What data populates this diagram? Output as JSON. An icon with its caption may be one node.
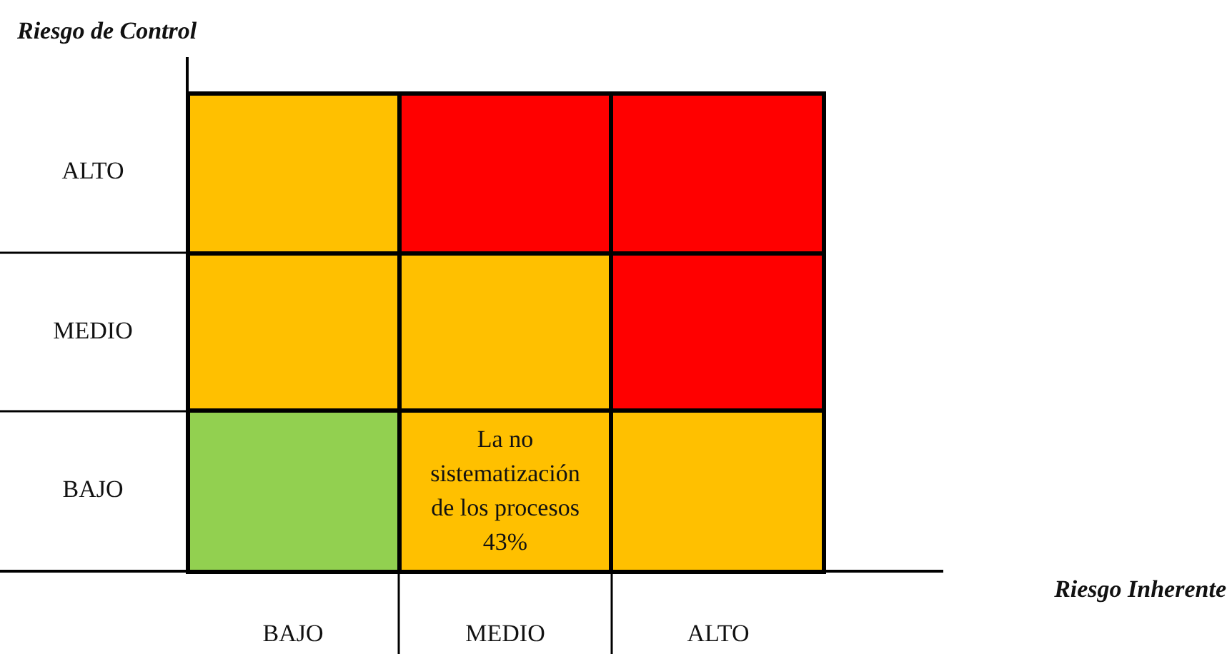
{
  "diagram": {
    "nodes": [
      {
        "text": [],
        "shape": "box"
      },
      {
        "text": [],
        "shape": "box"
      },
      {
        "text": [],
        "shape": "box"
      },
      {
        "text": [],
        "shape": "box"
      },
      {
        "text": [],
        "shape": "box"
      },
      {
        "text": [],
        "shape": "box"
      },
      {
        "text": [],
        "shape": "box"
      },
      {
        "text": [
          "La no sistematización de los procesos 43%"
        ]
      },
      {
        "text": [],
        "shape": "box"
      }
    ],
    "labels": [
      "Riesgo de Control",
      "ALTO",
      "MEDIO",
      "BAJO",
      "Riesgo Inherente",
      "BAJO",
      "MEDIO",
      "ALTO"
    ]
  }
}
